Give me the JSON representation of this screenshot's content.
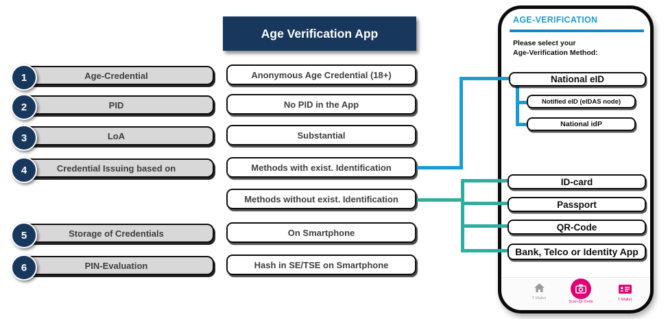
{
  "left_attributes": [
    {
      "num": "1",
      "label": "Age-Credential"
    },
    {
      "num": "2",
      "label": "PID"
    },
    {
      "num": "3",
      "label": "LoA"
    },
    {
      "num": "4",
      "label": "Credential Issuing based on"
    },
    {
      "num": "5",
      "label": "Storage of Credentials"
    },
    {
      "num": "6",
      "label": "PIN-Evaluation"
    }
  ],
  "app_column": {
    "title": "Age Verification App",
    "values": [
      "Anonymous Age Credential (18+)",
      "No PID in the App",
      "Substantial",
      "Methods with exist. Identification",
      "Methods without exist. Identification",
      "On Smartphone",
      "Hash in SE/TSE on Smartphone"
    ]
  },
  "phone": {
    "title": "AGE-VERIFICATION",
    "subtitle_line1": "Please select your",
    "subtitle_line2": "Age-Verification Method:",
    "primary_method": "National eID",
    "sub_methods": [
      "Notified eID (eIDAS node)",
      "National idP"
    ],
    "other_methods": [
      "ID-card",
      "Passport",
      "QR-Code",
      "Bank, Telco or Identity App"
    ],
    "nav": [
      {
        "icon": "home-icon",
        "label": "T-Wallet"
      },
      {
        "icon": "camera-icon",
        "label": "Scan-Qr-Code"
      },
      {
        "icon": "id-card-icon",
        "label": "T-Wallet"
      }
    ]
  },
  "colors": {
    "navy": "#17375D",
    "accent_blue": "#199BD7",
    "accent_teal": "#2FAEA0",
    "magenta": "#E20074",
    "pill_gray": "#D8D8D8"
  }
}
